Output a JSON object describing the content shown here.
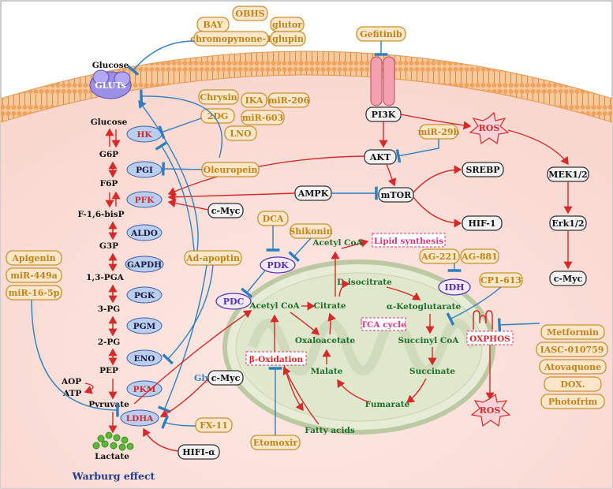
{
  "membrane_inhibitors": [
    "BAY",
    "OBHS",
    "glutor",
    "chromopynone-1",
    "glupin"
  ],
  "glucose_top": "Glucose",
  "gluts": "GLUTs",
  "gefitinib": "Gefitinib",
  "pi3k": "PI3K",
  "ros": "ROS",
  "akt": "AKT",
  "mir29b": "miR-29b",
  "mek": "MEK1/2",
  "erk": "Erk1/2",
  "cmyc": "c-Myc",
  "srebp": "SREBP",
  "hif1": "HIF-1",
  "mtor": "mTOR",
  "ampk": "AMPK",
  "hk_inhibitors": [
    "Chrysin",
    "IKA",
    "miR-206",
    "2DG",
    "miR-603",
    "LNO"
  ],
  "oleuropein": "Oleuropein",
  "metabolites": [
    "Glucose",
    "G6P",
    "F6P",
    "F-1,6-bisP",
    "G3P",
    "1,3-PGA",
    "3-PG",
    "2-PG",
    "PEP",
    "Pyruvate",
    "Lactate"
  ],
  "enzymes": [
    "HK",
    "PGI",
    "PFK",
    "ALDO",
    "GAPDH",
    "PGK",
    "PGM",
    "ENO",
    "PKM",
    "LDHA"
  ],
  "aop": "AOP",
  "atp": "ATP",
  "left_inhibitors": [
    "Apigenin",
    "miR-449a",
    "miR-16-5p"
  ],
  "ad_apoptin": "Ad-apoptin",
  "dca": "DCA",
  "shikonin": "Shikonin",
  "pdk": "PDK",
  "pdc": "PDC",
  "lipid": "Lipid synthesis",
  "acetyl_out": "Acetyl CoA",
  "ag221": "AG-221",
  "ag881": "AG-881",
  "idh": "IDH",
  "cp1613": "CP1-613",
  "tca": {
    "acetyl": "Acetyl CoA",
    "citrate": "Citrate",
    "disocitrate": "D-isocitrate",
    "akg": "α-Ketoglutarate",
    "succinylcoa": "Succinyl CoA",
    "succinate": "Succinate",
    "fumarate": "Fumarate",
    "malate": "Malate",
    "oxaloacetate": "Oxaloacetate",
    "label": "TCA cycle"
  },
  "beta_ox": "β-Oxidation",
  "fatty_acids": "Fatty acids",
  "etomoxir": "Etomoxir",
  "oxphos": "OXPHOS",
  "ros2": "ROS",
  "oxphos_inhibitors": [
    "Metformin",
    "IASC-010759",
    "Atovaquone",
    "DOX.",
    "Photofrim"
  ],
  "glycolysis": "Glycolysis",
  "fx11": "FX-11",
  "hifi": "HIFI-α",
  "warburg": "Warburg effect"
}
